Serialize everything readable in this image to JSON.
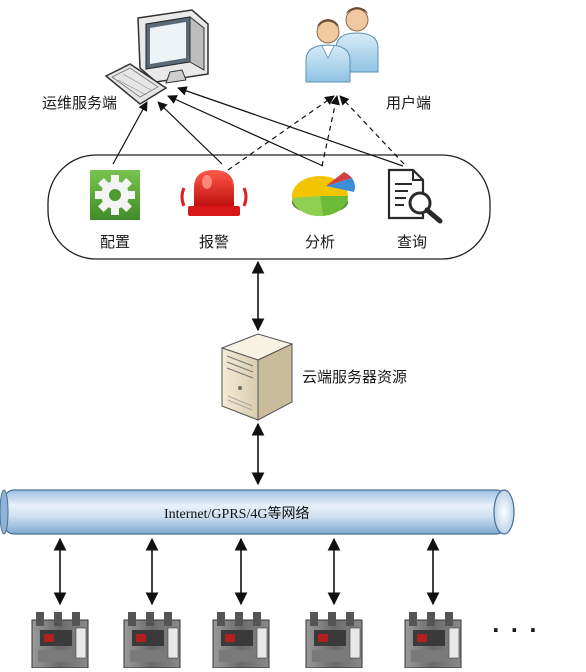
{
  "nodes": {
    "ops_client": "运维服务端",
    "user_client": "用户端",
    "cloud_server": "云端服务器资源"
  },
  "functions": {
    "config": "配置",
    "alarm": "报警",
    "analysis": "分析",
    "query": "查询"
  },
  "network": {
    "label": "Internet/GPRS/4G等网络"
  },
  "devices": {
    "count": 5,
    "more": "· · ·"
  },
  "colors": {
    "pipe_light": "#e3eef8",
    "pipe_dark": "#8fb3d6",
    "gear_green": "#5aa83c",
    "alarm_red": "#e02020",
    "arrow": "#111111"
  },
  "icons": {
    "ops_client": "desktop-computer-icon",
    "user_client": "users-icon",
    "config": "gear-icon",
    "alarm": "alarm-light-icon",
    "analysis": "pie-chart-icon",
    "query": "document-search-icon",
    "cloud_server": "server-tower-icon",
    "device": "circuit-breaker-icon"
  }
}
